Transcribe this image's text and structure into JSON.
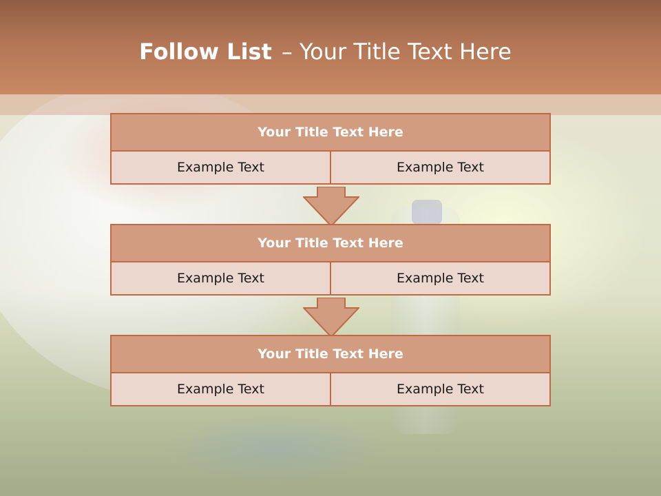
{
  "slide": {
    "title_bold": "Follow List",
    "title_sep": "–",
    "title_rest": "Your Title Text Here"
  },
  "steps": [
    {
      "title": "Your Title Text Here",
      "left": "Example Text",
      "right": "Example Text"
    },
    {
      "title": "Your Title Text Here",
      "left": "Example Text",
      "right": "Example Text"
    },
    {
      "title": "Your Title Text Here",
      "left": "Example Text",
      "right": "Example Text"
    }
  ],
  "colors": {
    "header": "#b27656",
    "title_box": "#d19c80",
    "cell_box": "#ecd7cf",
    "border": "#c06a45",
    "arrow": "#d19c80"
  }
}
